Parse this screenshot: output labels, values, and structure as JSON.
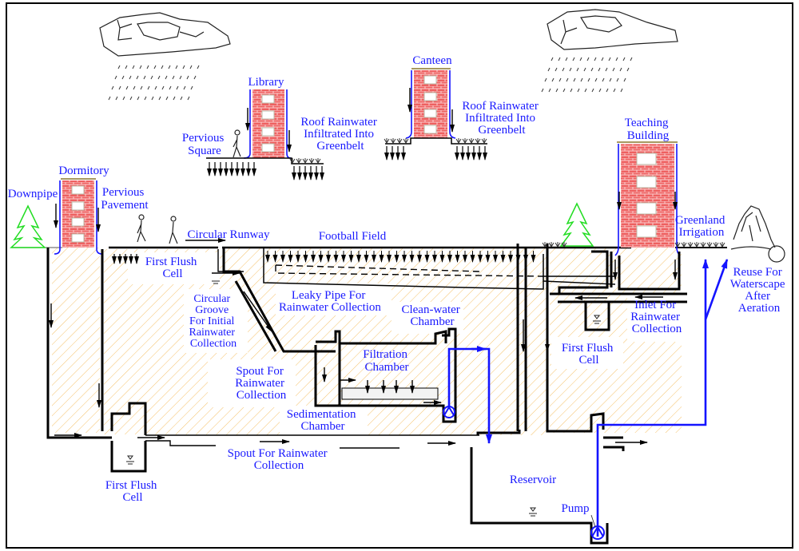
{
  "diagram": {
    "title": "Campus rainwater harvesting and reuse system",
    "colors": {
      "label": "#1a1aff",
      "pipe_clean": "#1414ff",
      "brick": "#e84a4a",
      "soil_hatch": "#f5c26b",
      "tree": "#22dd22",
      "structure": "#000000"
    },
    "buildings": [
      {
        "id": "dormitory",
        "label": "Dormitory"
      },
      {
        "id": "library",
        "label": "Library"
      },
      {
        "id": "canteen",
        "label": "Canteen"
      },
      {
        "id": "teaching",
        "label": "Teaching Building"
      }
    ],
    "labels": {
      "downpipe": "Downpipe",
      "pervious_pavement": "Pervious Pavement",
      "pervious_square": "Pervious Square",
      "roof_rain_library": "Roof Rainwater Infiltrated Into Greenbelt",
      "roof_rain_canteen": "Roof Rainwater Infiltrated Into Greenbelt",
      "circular_runway": "Circular Runway",
      "football_field": "Football Field",
      "first_flush_top": "First Flush Cell",
      "circular_groove": "Circular Groove For Initial Rainwater Collection",
      "leaky_pipe": "Leaky Pipe For Rainwater Collection",
      "clean_water": "Clean-water Chamber",
      "filtration": "Filtration Chamber",
      "spout_upper": "Spout For Rainwater Collection",
      "sedimentation": "Sedimentation Chamber",
      "spout_lower": "Spout For Rainwater Collection",
      "first_flush_bottom": "First Flush Cell",
      "first_flush_right": "First Flush Cell",
      "inlet": "Inlet For Rainwater Collection",
      "greenland": "Greenland Irrigation",
      "reuse": "Reuse For Waterscape After Aeration",
      "reservoir": "Reservoir",
      "pump": "Pump"
    },
    "label_lines": {
      "teaching": [
        "Teaching",
        "Building"
      ],
      "pervious_pavement": [
        "Pervious",
        "Pavement"
      ],
      "pervious_square": [
        "Pervious",
        "Square"
      ],
      "roof_rain_library": [
        "Roof Rainwater",
        "Infiltrated Into",
        "Greenbelt"
      ],
      "roof_rain_canteen": [
        "Roof Rainwater",
        "Infiltrated Into",
        "Greenbelt"
      ],
      "first_flush_top": [
        "First Flush",
        "Cell"
      ],
      "circular_groove": [
        "Circular",
        "Groove",
        "For Initial",
        "Rainwater",
        "Collection"
      ],
      "leaky_pipe": [
        "Leaky Pipe For",
        "Rainwater Collection"
      ],
      "clean_water": [
        "Clean-water",
        "Chamber"
      ],
      "filtration": [
        "Filtration",
        "Chamber"
      ],
      "spout_upper": [
        "Spout For",
        "Rainwater",
        "Collection"
      ],
      "sedimentation": [
        "Sedimentation",
        "Chamber"
      ],
      "spout_lower": [
        "Spout For Rainwater",
        "Collection"
      ],
      "first_flush_bottom": [
        "First Flush",
        "Cell"
      ],
      "first_flush_right": [
        "First Flush",
        "Cell"
      ],
      "inlet": [
        "Inlet For",
        "Rainwater",
        "Collection"
      ],
      "greenland": [
        "Greenland",
        "Irrigation"
      ],
      "reuse": [
        "Reuse For",
        "Waterscape",
        "After",
        "Aeration"
      ]
    },
    "icons": [
      "cloud-icon",
      "rain-icon",
      "tree-icon",
      "pedestrian-icon",
      "pump-icon",
      "water-level-icon",
      "rockery-icon",
      "flow-arrow-icon"
    ]
  }
}
